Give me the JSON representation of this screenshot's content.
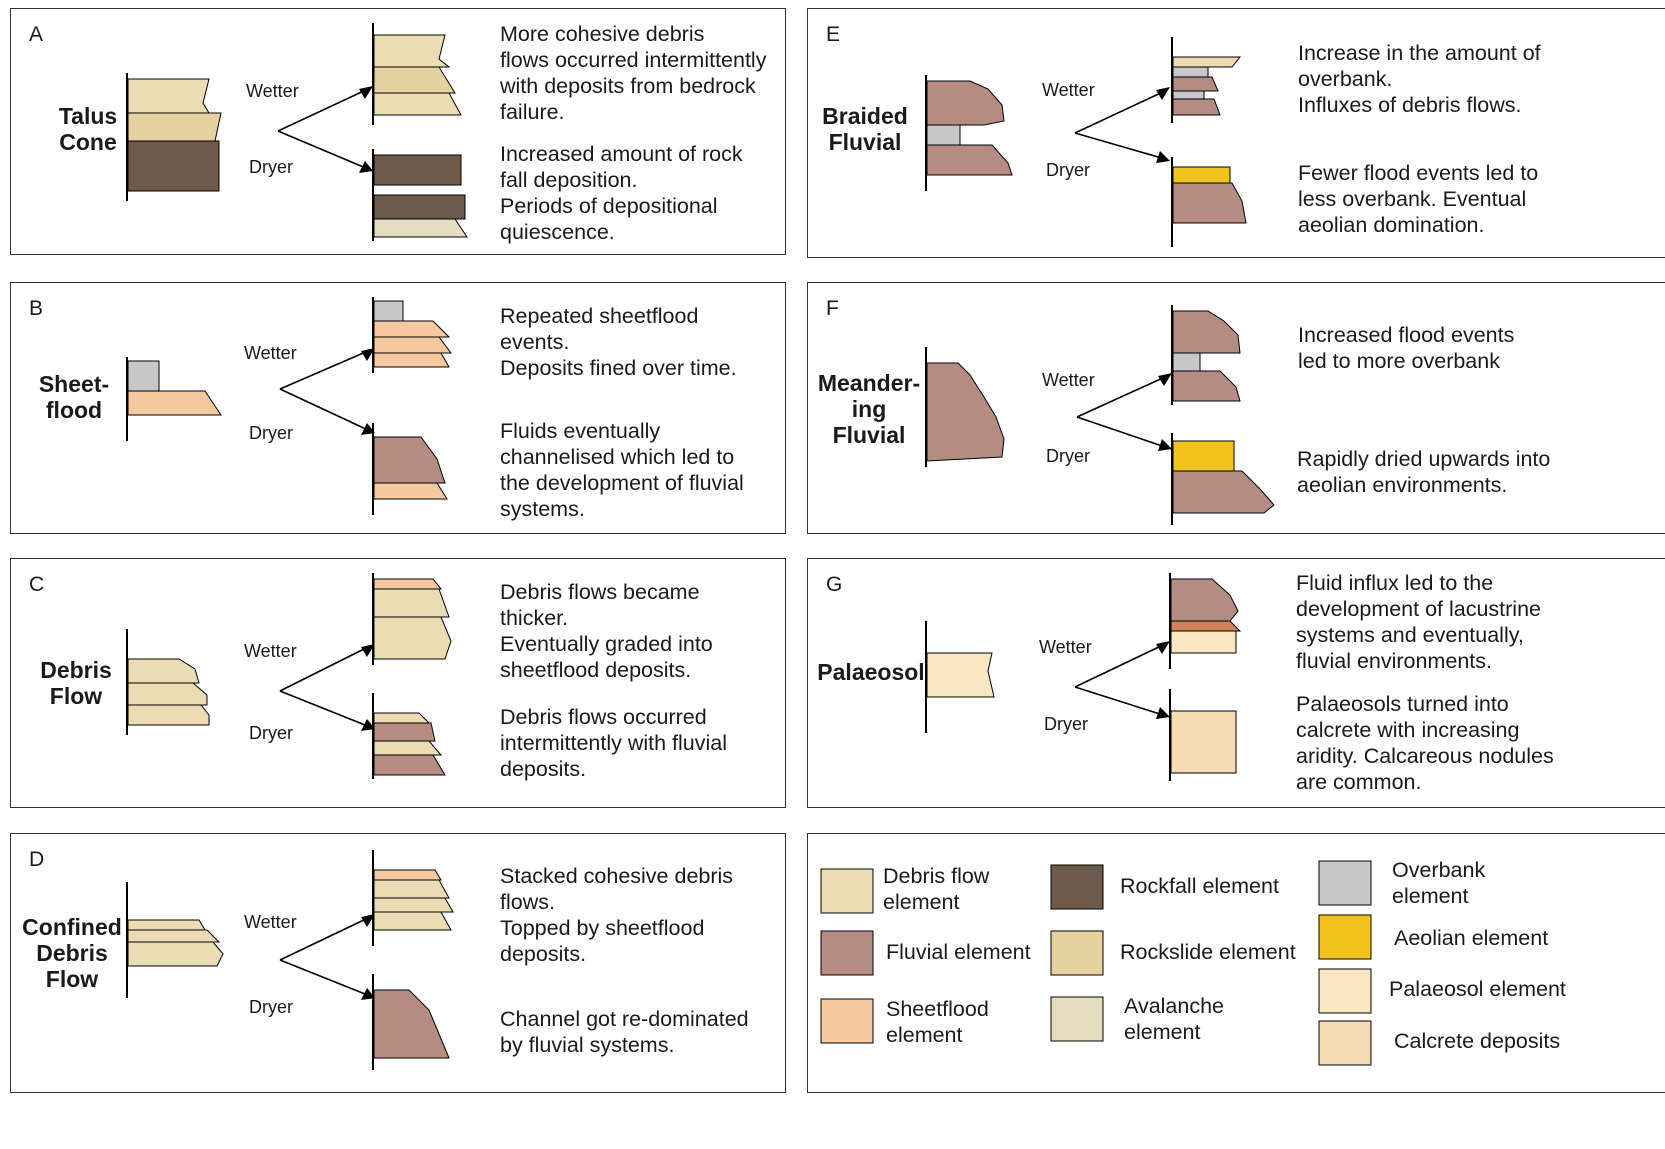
{
  "labels": {
    "wetter": "Wetter",
    "dryer": "Dryer"
  },
  "panels": {
    "A": {
      "letter": "A",
      "env": [
        "Talus",
        "Cone"
      ],
      "wetter_text": [
        "More cohesive debris",
        "flows occurred intermittently",
        "with deposits from bedrock",
        "failure."
      ],
      "dryer_text": [
        "Increased amount of rock",
        "fall deposition.",
        "Periods of depositional",
        "quiescence."
      ]
    },
    "B": {
      "letter": "B",
      "env": [
        "Sheet-",
        "flood"
      ],
      "wetter_text": [
        "Repeated sheetflood",
        "events.",
        "Deposits fined over time."
      ],
      "dryer_text": [
        "Fluids eventually",
        "channelised which led to",
        "the development of fluvial",
        "systems."
      ]
    },
    "C": {
      "letter": "C",
      "env": [
        "Debris",
        "Flow"
      ],
      "wetter_text": [
        "Debris flows became",
        "thicker.",
        "Eventually graded into",
        "sheetflood deposits."
      ],
      "dryer_text": [
        "Debris flows occurred",
        "intermittently with fluvial",
        "deposits."
      ]
    },
    "D": {
      "letter": "D",
      "env": [
        "Confined",
        "Debris",
        "Flow"
      ],
      "wetter_text": [
        "Stacked cohesive debris",
        "flows.",
        "Topped by sheetflood",
        "deposits."
      ],
      "dryer_text": [
        "Channel got re-dominated",
        "by fluvial systems."
      ]
    },
    "E": {
      "letter": "E",
      "env": [
        "Braided",
        "Fluvial"
      ],
      "wetter_text": [
        "Increase in the amount of",
        "overbank.",
        "Influxes of debris flows."
      ],
      "dryer_text": [
        "Fewer flood events led to",
        "less overbank. Eventual",
        "aeolian domination."
      ]
    },
    "F": {
      "letter": "F",
      "env": [
        "Meander-",
        "ing",
        "Fluvial"
      ],
      "wetter_text": [
        "Increased flood events",
        "led to more overbank"
      ],
      "dryer_text": [
        "Rapidly dried upwards into",
        "aeolian environments."
      ]
    },
    "G": {
      "letter": "G",
      "env": [
        "Palaeosol"
      ],
      "wetter_text": [
        "Fluid influx led to the",
        "development of lacustrine",
        "systems and eventually,",
        "fluvial environments."
      ],
      "dryer_text": [
        "Palaeosols turned into",
        "calcrete with increasing",
        "aridity. Calcareous nodules",
        "are common."
      ]
    }
  },
  "legend": {
    "debris_flow": [
      "Debris flow",
      "element"
    ],
    "rockfall": [
      "Rockfall element"
    ],
    "overbank": [
      "Overbank",
      "element"
    ],
    "fluvial": [
      "Fluvial element"
    ],
    "rockslide": [
      "Rockslide element"
    ],
    "aeolian": [
      "Aeolian element"
    ],
    "sheetflood": [
      "Sheetflood",
      "element"
    ],
    "avalanche": [
      "Avalanche",
      "element"
    ],
    "palaeosol": [
      "Palaeosol element"
    ],
    "calcrete": [
      "Calcrete deposits"
    ]
  },
  "colors": {
    "debris_flow": "#ebdcb4",
    "rockfall": "#6e5a4b",
    "overbank": "#c8c8c8",
    "fluvial": "#b48c82",
    "rockslide": "#e6d2a0",
    "aeolian": "#f0c31e",
    "sheetflood": "#f5c8a0",
    "avalanche": "#e6dcbe",
    "palaeosol": "#fae6c3",
    "calcrete": "#f5dcb4",
    "lacustrine": "#d2825a"
  }
}
